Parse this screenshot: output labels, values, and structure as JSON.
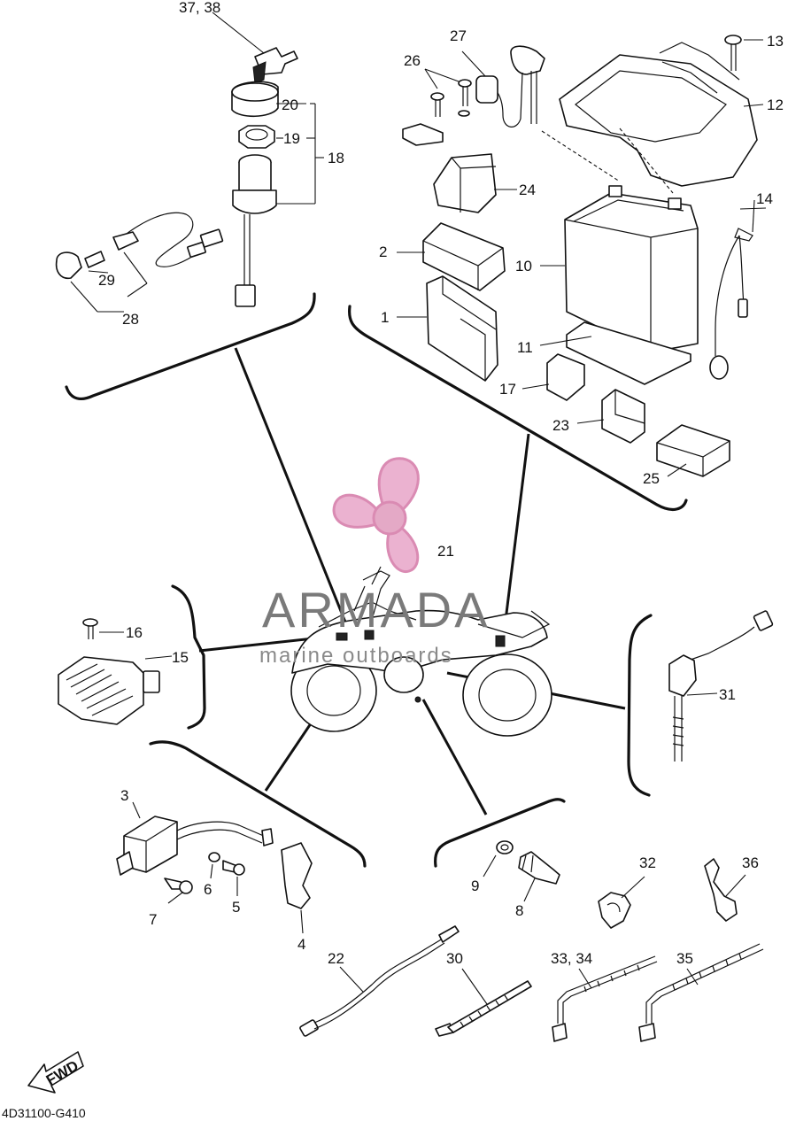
{
  "callouts": {
    "c1": "1",
    "c2": "2",
    "c3": "3",
    "c4": "4",
    "c5": "5",
    "c6": "6",
    "c7": "7",
    "c8": "8",
    "c9": "9",
    "c10": "10",
    "c11": "11",
    "c12": "12",
    "c13": "13",
    "c14": "14",
    "c15": "15",
    "c16": "16",
    "c17": "17",
    "c18": "18",
    "c19": "19",
    "c20": "20",
    "c21": "21",
    "c22": "22",
    "c23": "23",
    "c24": "24",
    "c25": "25",
    "c26": "26",
    "c27": "27",
    "c28": "28",
    "c29": "29",
    "c30": "30",
    "c31": "31",
    "c32": "32",
    "c33_34": "33, 34",
    "c35": "35",
    "c36": "36",
    "c37_38": "37, 38"
  },
  "fwd_label": "FWD",
  "diagram_code": "4D31100-G410",
  "watermark": {
    "brand": "ARMADA",
    "tagline": "marine outboards",
    "color": "#e6a8c8"
  },
  "colors": {
    "ink": "#111111",
    "background": "#ffffff"
  }
}
